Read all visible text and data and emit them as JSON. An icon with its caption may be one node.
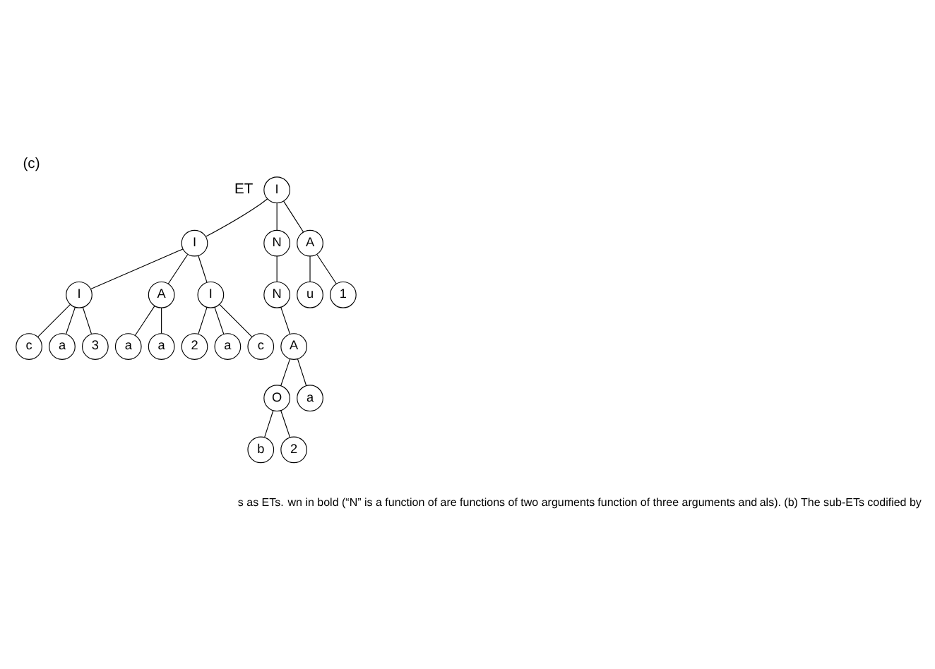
{
  "diagram": {
    "title": "(c)",
    "nodes": [
      {
        "text": [
          "I"
        ]
      },
      {
        "text": [
          "I"
        ]
      },
      {
        "text": [
          "N"
        ]
      },
      {
        "text": [
          "A"
        ]
      },
      {
        "text": [
          "I"
        ]
      },
      {
        "text": [
          "A"
        ]
      },
      {
        "text": [
          "I"
        ]
      },
      {
        "text": [
          "N"
        ]
      },
      {
        "text": [
          "u"
        ]
      },
      {
        "text": [
          "1"
        ]
      },
      {
        "text": [
          "c"
        ]
      },
      {
        "text": [
          "a"
        ]
      },
      {
        "text": [
          "3"
        ]
      },
      {
        "text": [
          "a"
        ]
      },
      {
        "text": [
          "a"
        ]
      },
      {
        "text": [
          "2"
        ]
      },
      {
        "text": [
          "a"
        ]
      },
      {
        "text": [
          "c"
        ]
      },
      {
        "text": [
          "A"
        ]
      },
      {
        "text": [
          "O"
        ]
      },
      {
        "text": [
          "a"
        ]
      },
      {
        "text": [
          "b"
        ]
      },
      {
        "text": [
          "2"
        ]
      }
    ],
    "edges": [
      {
        "from": 0,
        "to": 1,
        "arrow": "none"
      },
      {
        "from": 0,
        "to": 2,
        "arrow": "none"
      },
      {
        "from": 0,
        "to": 3,
        "arrow": "none"
      },
      {
        "from": 1,
        "to": 4,
        "arrow": "none"
      },
      {
        "from": 1,
        "to": 5,
        "arrow": "none"
      },
      {
        "from": 1,
        "to": 6,
        "arrow": "none"
      },
      {
        "from": 2,
        "to": 7,
        "arrow": "none"
      },
      {
        "from": 3,
        "to": 8,
        "arrow": "none"
      },
      {
        "from": 3,
        "to": 9,
        "arrow": "none"
      },
      {
        "from": 4,
        "to": 10,
        "arrow": "none"
      },
      {
        "from": 4,
        "to": 11,
        "arrow": "none"
      },
      {
        "from": 4,
        "to": 12,
        "arrow": "none"
      },
      {
        "from": 5,
        "to": 13,
        "arrow": "none"
      },
      {
        "from": 5,
        "to": 14,
        "arrow": "none"
      },
      {
        "from": 6,
        "to": 15,
        "arrow": "none"
      },
      {
        "from": 6,
        "to": 16,
        "arrow": "none"
      },
      {
        "from": 6,
        "to": 17,
        "arrow": "none"
      },
      {
        "from": 7,
        "to": 18,
        "arrow": "none"
      },
      {
        "from": 18,
        "to": 19,
        "arrow": "none"
      },
      {
        "from": 18,
        "to": 20,
        "arrow": "none"
      },
      {
        "from": 19,
        "to": 21,
        "arrow": "none"
      },
      {
        "from": 19,
        "to": 22,
        "arrow": "none"
      }
    ],
    "labels": [
      "ET",
      "s as ETs.",
      "wn in bold (“N” is a function of",
      "are functions of two arguments",
      "function of three arguments and",
      "als). (b) The sub-ETs codified by"
    ]
  }
}
